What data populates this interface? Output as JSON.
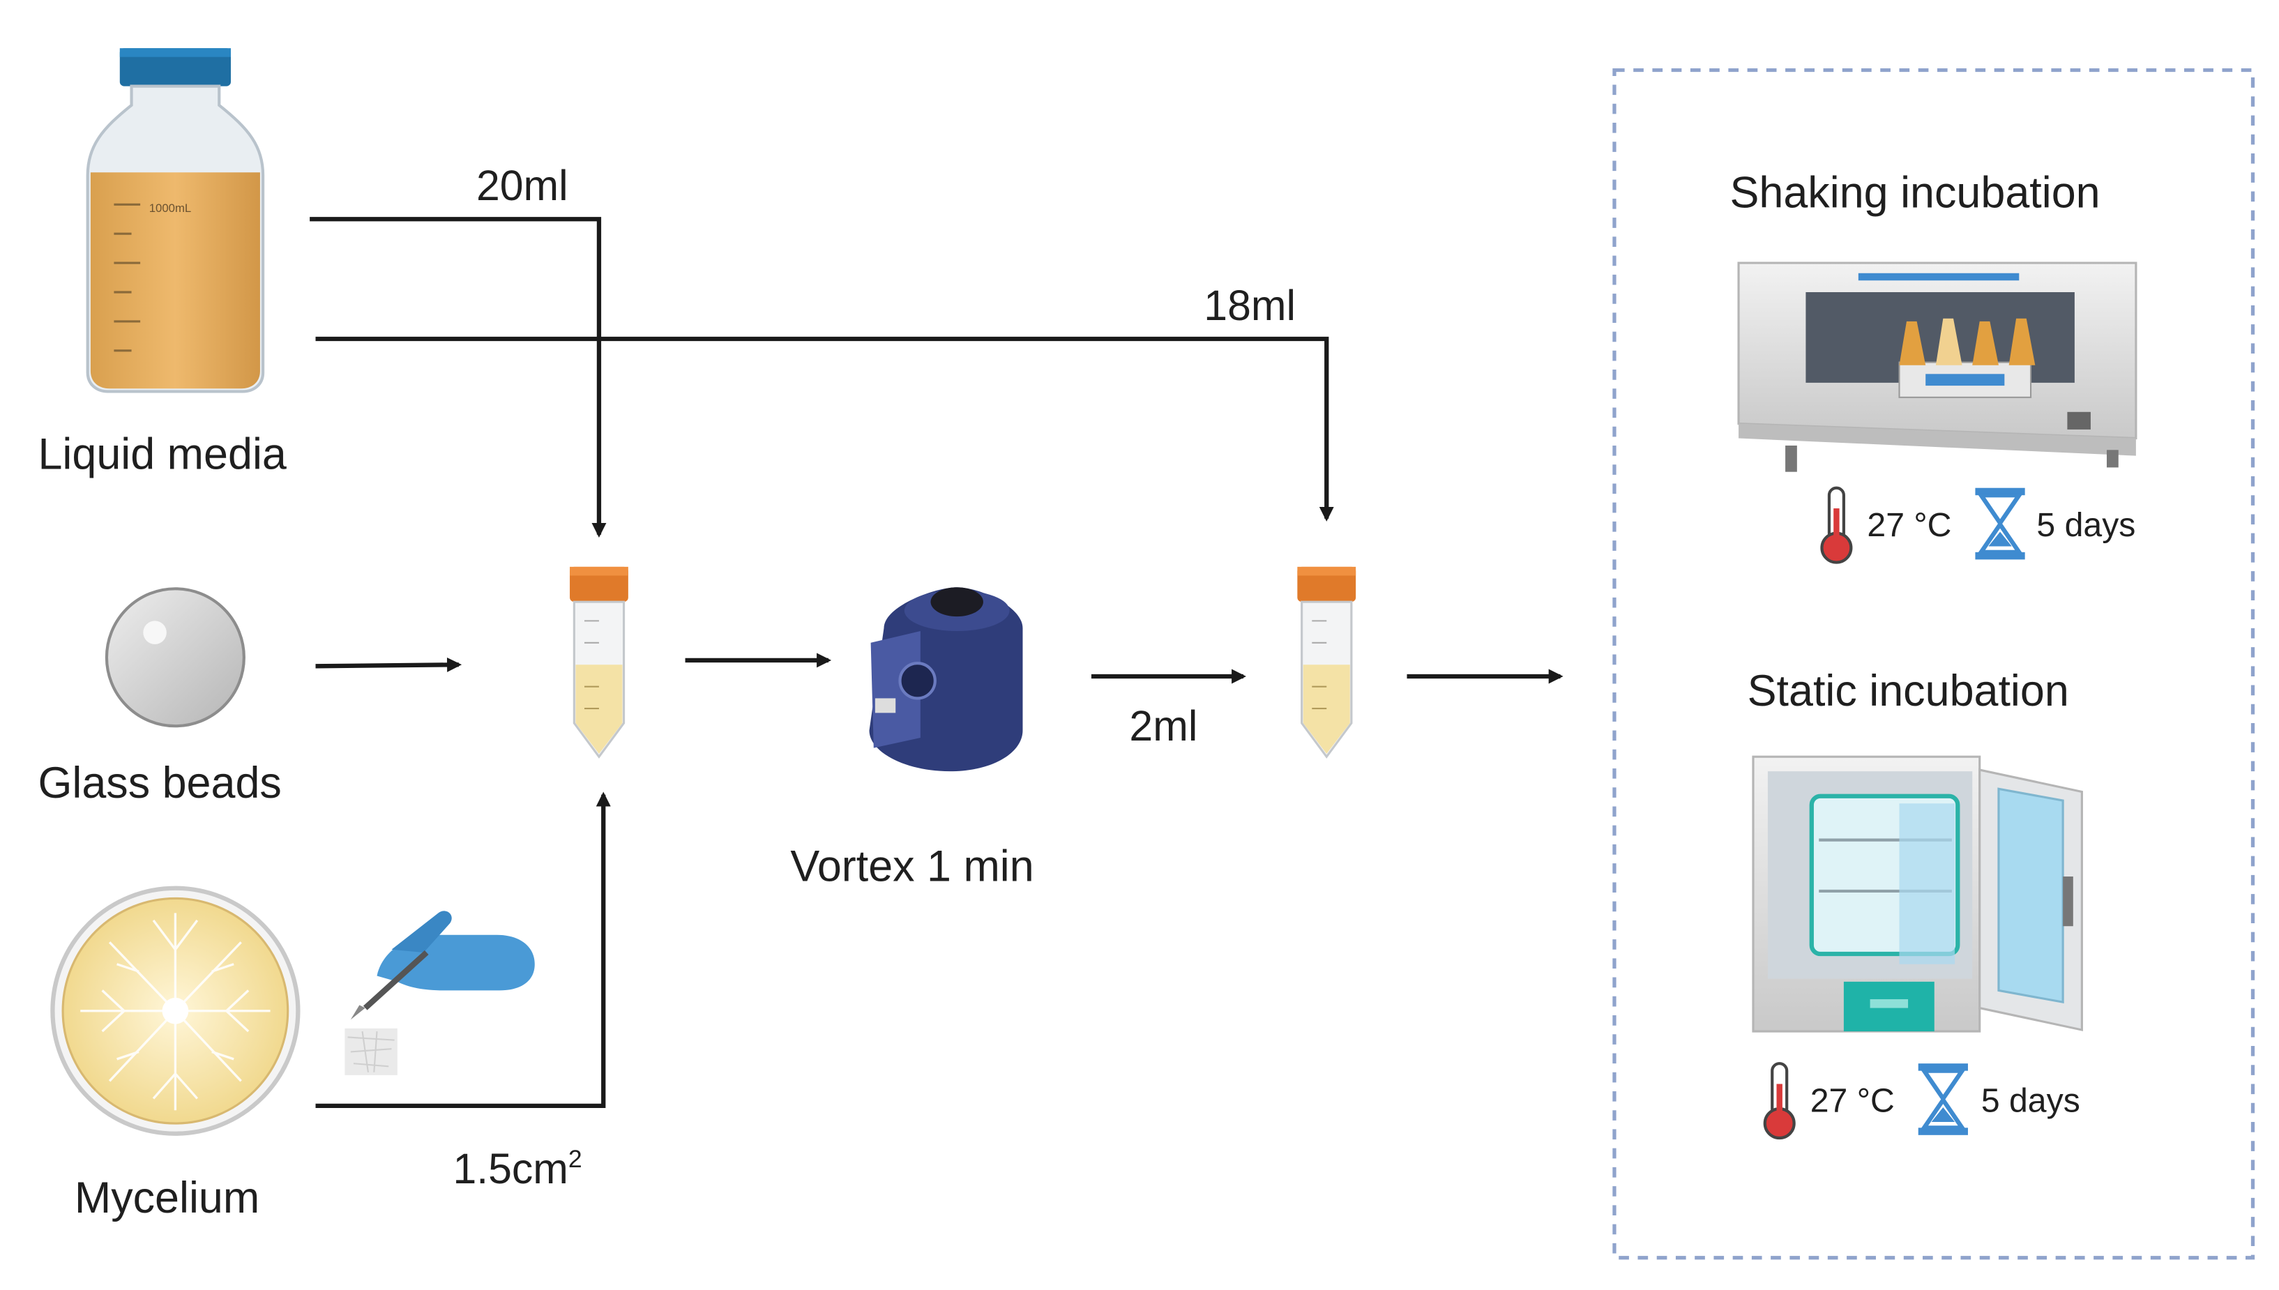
{
  "labels": {
    "liquid_media": "Liquid media",
    "glass_beads": "Glass beads",
    "mycelium": "Mycelium",
    "vortex": "Vortex 1 min",
    "vol_20ml": "20ml",
    "vol_18ml": "18ml",
    "vol_2ml": "2ml",
    "area": "1.5cm",
    "area_sup": "2",
    "bottle_mark": "1000mL"
  },
  "shaking": {
    "title": "Shaking incubation",
    "temp": "27 °C",
    "time": "5 days"
  },
  "static": {
    "title": "Static incubation",
    "temp": "27 °C",
    "time": "5 days"
  },
  "colors": {
    "arrow": "#1a1a1a",
    "box_border": "#8fa3cc",
    "tube_cap": "#e07a2a",
    "media": "#e8b46a",
    "glove": "#4a9ad6",
    "vortex": "#2f3d7a",
    "hourglass": "#3f8bd0",
    "thermo_red": "#d93a3a",
    "incubator_teal": "#1fb3a8"
  }
}
